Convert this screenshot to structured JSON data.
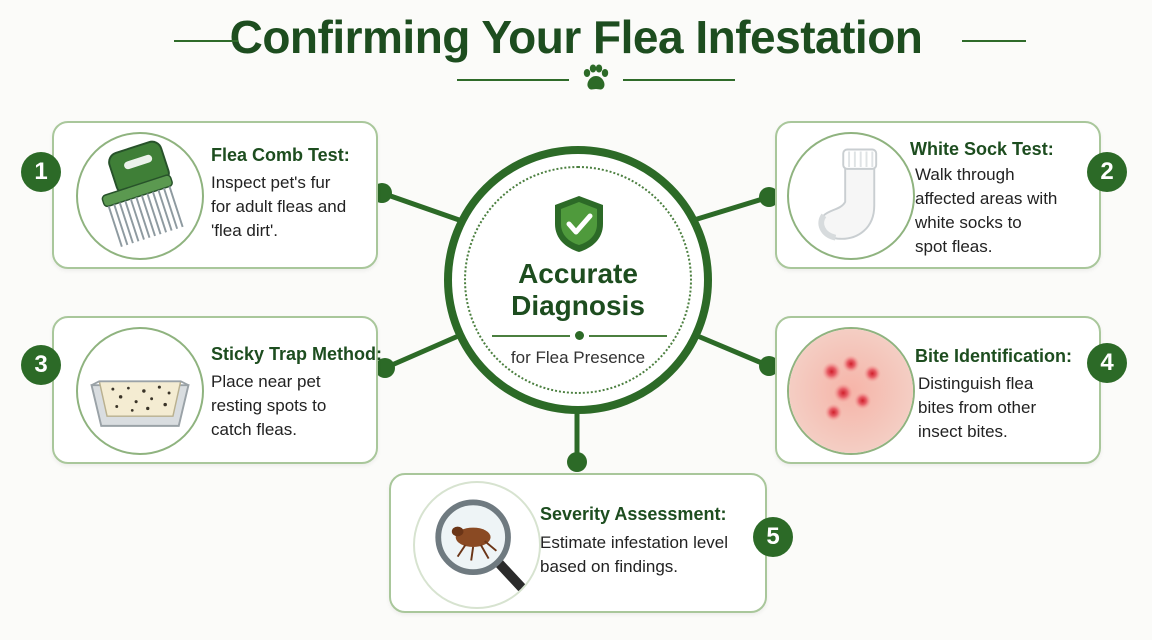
{
  "header": {
    "title": "Confirming Your Flea Infestation"
  },
  "center": {
    "title_line1": "Accurate",
    "title_line2": "Diagnosis",
    "subtitle": "for Flea Presence"
  },
  "steps": [
    {
      "number": "1",
      "title": "Flea Comb Test:",
      "lines": [
        "Inspect pet's fur",
        "for adult fleas and",
        "'flea dirt'."
      ],
      "icon": "flea-comb-icon"
    },
    {
      "number": "2",
      "title": "White Sock Test:",
      "lines": [
        "Walk through",
        "affected areas with",
        "white socks to",
        "spot fleas."
      ],
      "icon": "white-sock-icon"
    },
    {
      "number": "3",
      "title": "Sticky Trap Method:",
      "lines": [
        "Place near pet",
        "resting spots to",
        "catch fleas."
      ],
      "icon": "sticky-trap-icon"
    },
    {
      "number": "4",
      "title": "Bite Identification:",
      "lines": [
        "Distinguish flea",
        "bites from other",
        "insect bites."
      ],
      "icon": "skin-bites-icon"
    },
    {
      "number": "5",
      "title": "Severity Assessment:",
      "lines": [
        "Estimate infestation level",
        "based on findings."
      ],
      "icon": "magnifier-flea-icon"
    }
  ],
  "colors": {
    "primary_green": "#2c6a27",
    "dark_green": "#1d4d1f",
    "card_border": "#a9c79b"
  },
  "decor": {
    "header_icon": "paw-print-icon",
    "center_icon": "shield-check-icon"
  }
}
